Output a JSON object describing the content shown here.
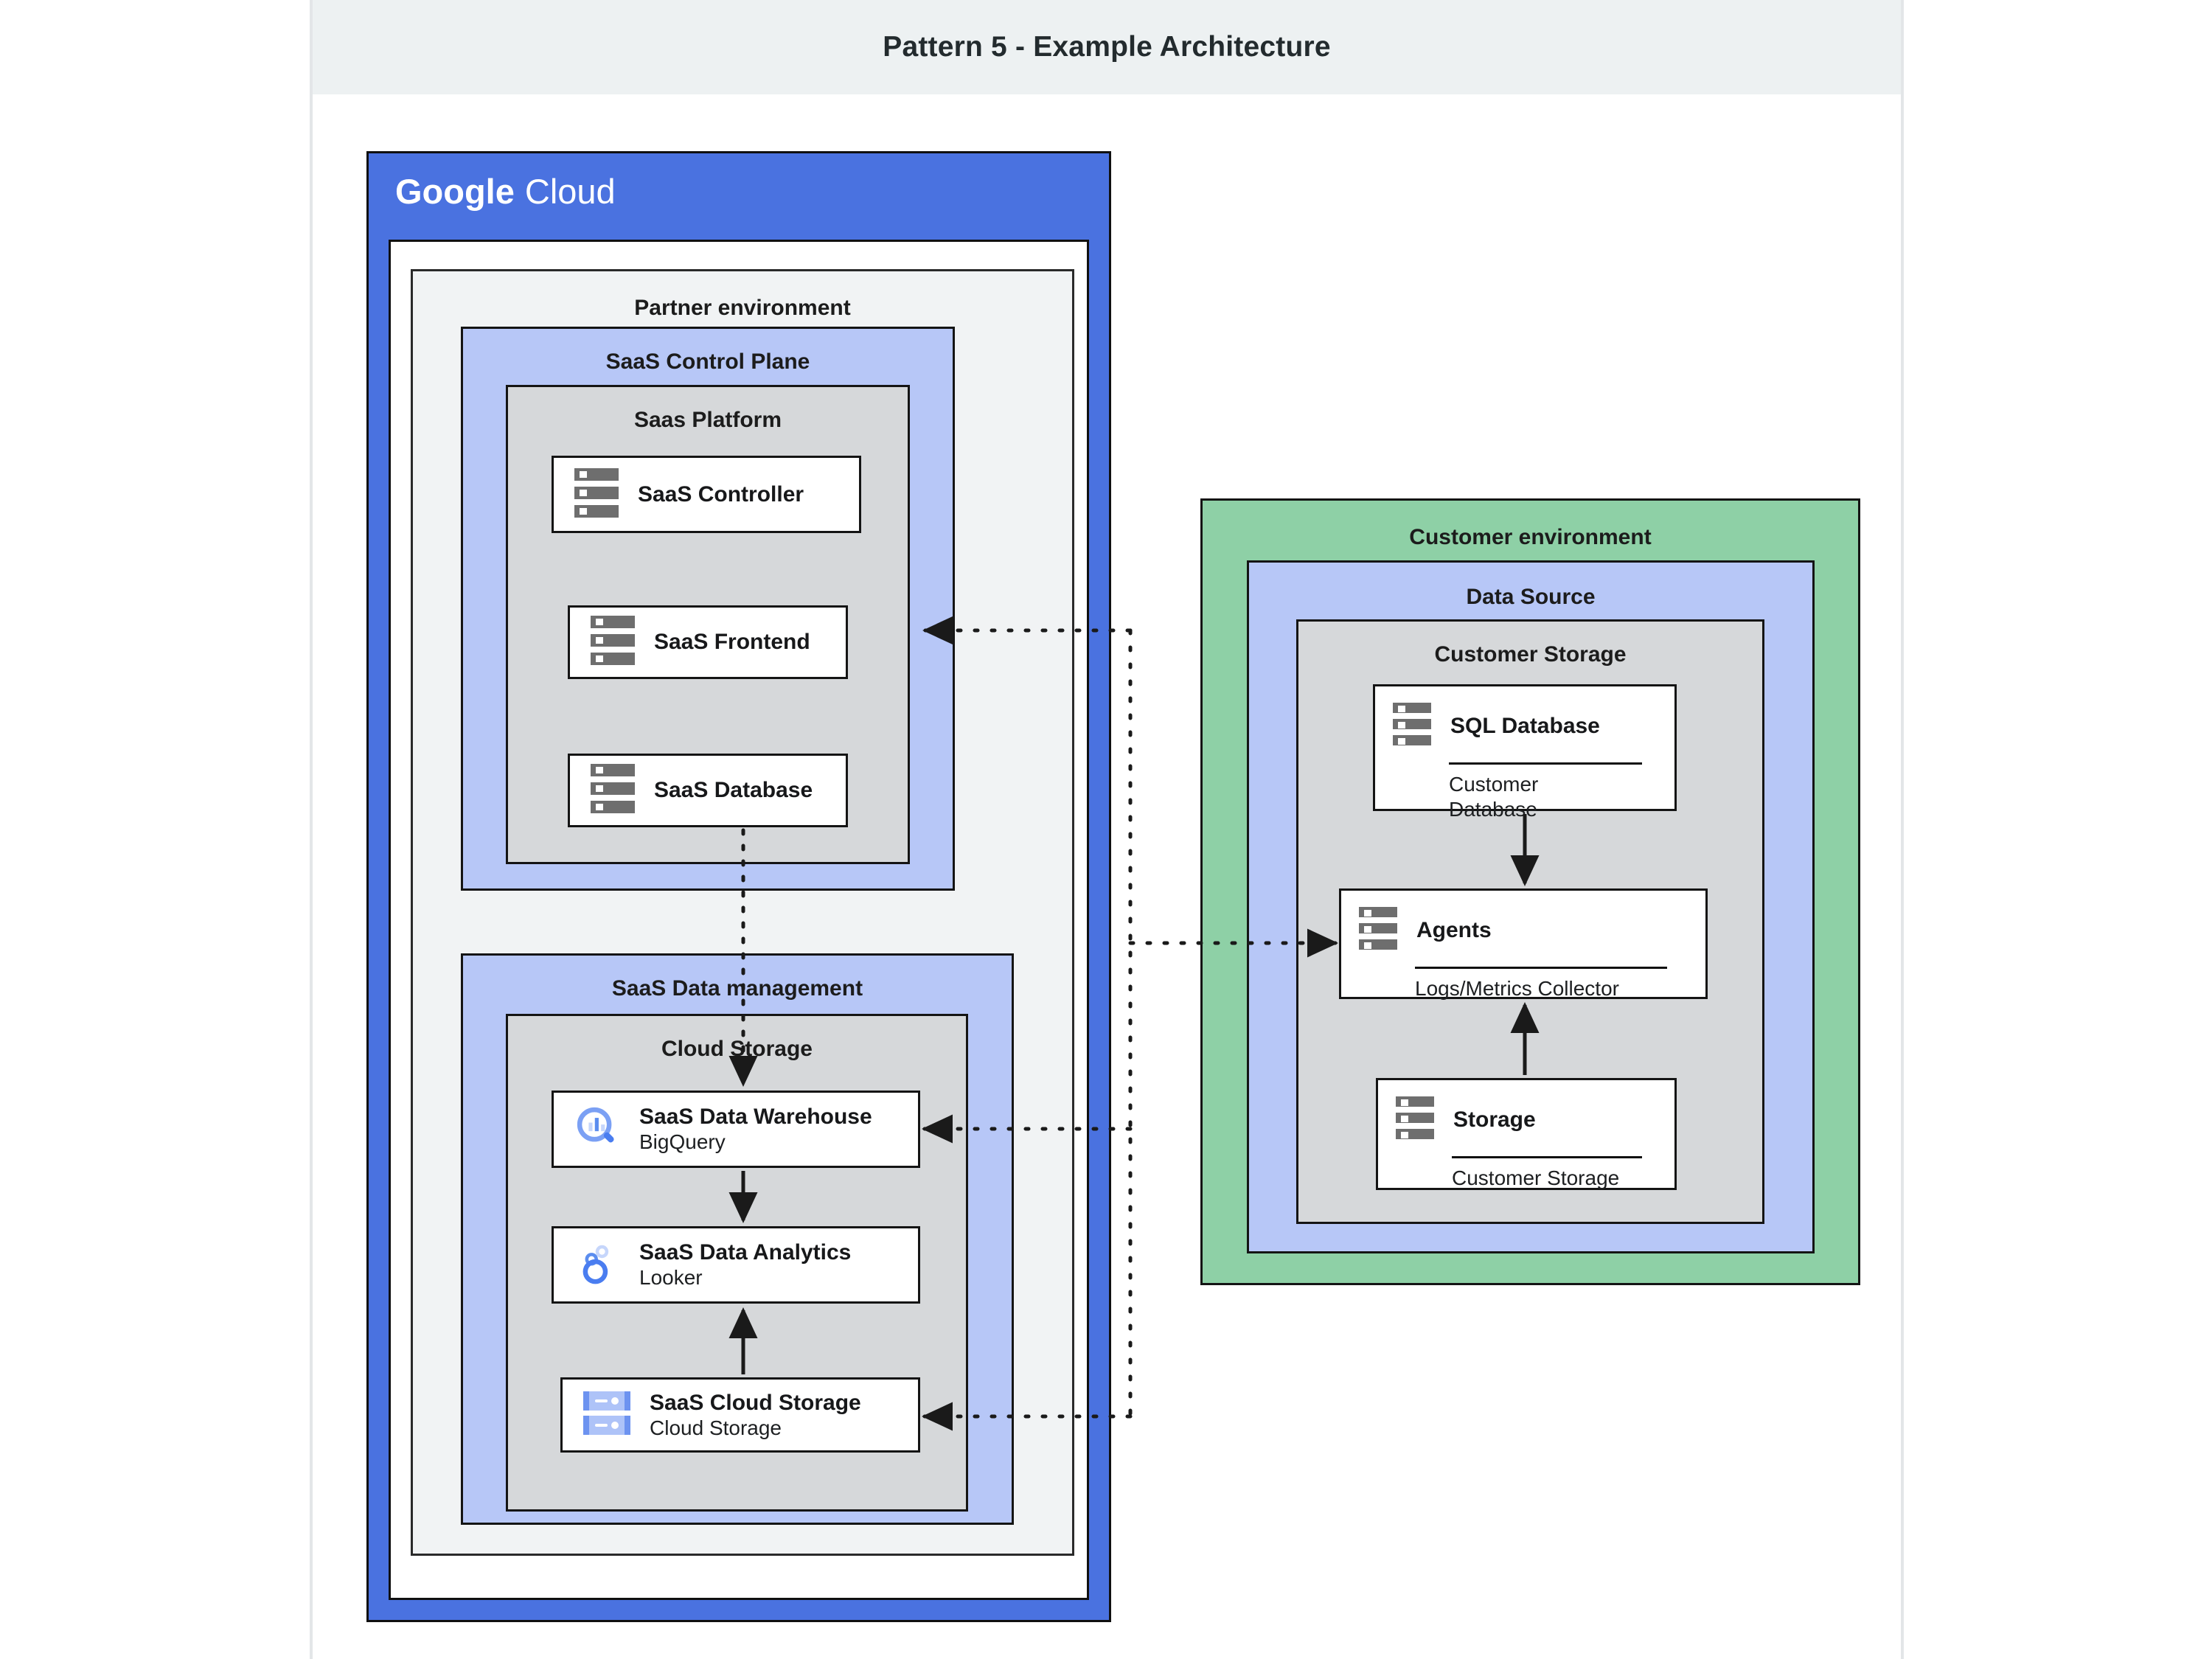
{
  "header": {
    "title": "Pattern 5 - Example Architecture"
  },
  "cloud": {
    "brand_primary": "Google",
    "brand_secondary": "Cloud",
    "frame_color": "#4a72e0"
  },
  "partner": {
    "label": "Partner environment",
    "control_plane": {
      "label": "SaaS Control Plane",
      "platform": {
        "label": "Saas Platform",
        "nodes": [
          {
            "title": "SaaS Controller",
            "icon": "server-icon"
          },
          {
            "title": "SaaS Frontend",
            "icon": "server-icon"
          },
          {
            "title": "SaaS Database",
            "icon": "server-icon"
          }
        ]
      }
    },
    "data_management": {
      "label": "SaaS Data management",
      "storage_group": {
        "label": "Cloud Storage",
        "nodes": [
          {
            "title": "SaaS Data Warehouse",
            "subtitle": "BigQuery",
            "icon": "bigquery-icon"
          },
          {
            "title": "SaaS Data Analytics",
            "subtitle": "Looker",
            "icon": "looker-icon"
          },
          {
            "title": "SaaS Cloud Storage",
            "subtitle": "Cloud Storage",
            "icon": "cloud-storage-icon"
          }
        ]
      }
    }
  },
  "customer": {
    "label": "Customer environment",
    "data_source": {
      "label": "Data Source",
      "storage_group": {
        "label": "Customer Storage",
        "nodes": [
          {
            "title": "SQL Database",
            "subtitle": "Customer\nDatabase",
            "icon": "server-icon"
          },
          {
            "title": "Agents",
            "subtitle": "Logs/Metrics Collector",
            "icon": "server-icon"
          },
          {
            "title": "Storage",
            "subtitle": "Customer Storage",
            "icon": "server-icon"
          }
        ]
      }
    }
  },
  "colors": {
    "gcp_blue": "#4a72e0",
    "group_blue": "#b7c7f7",
    "group_gray": "#d6d8da",
    "env_gray": "#f1f3f4",
    "customer_green": "#8ed0a6",
    "title_bar": "#edf1f2",
    "stroke": "#141414"
  }
}
